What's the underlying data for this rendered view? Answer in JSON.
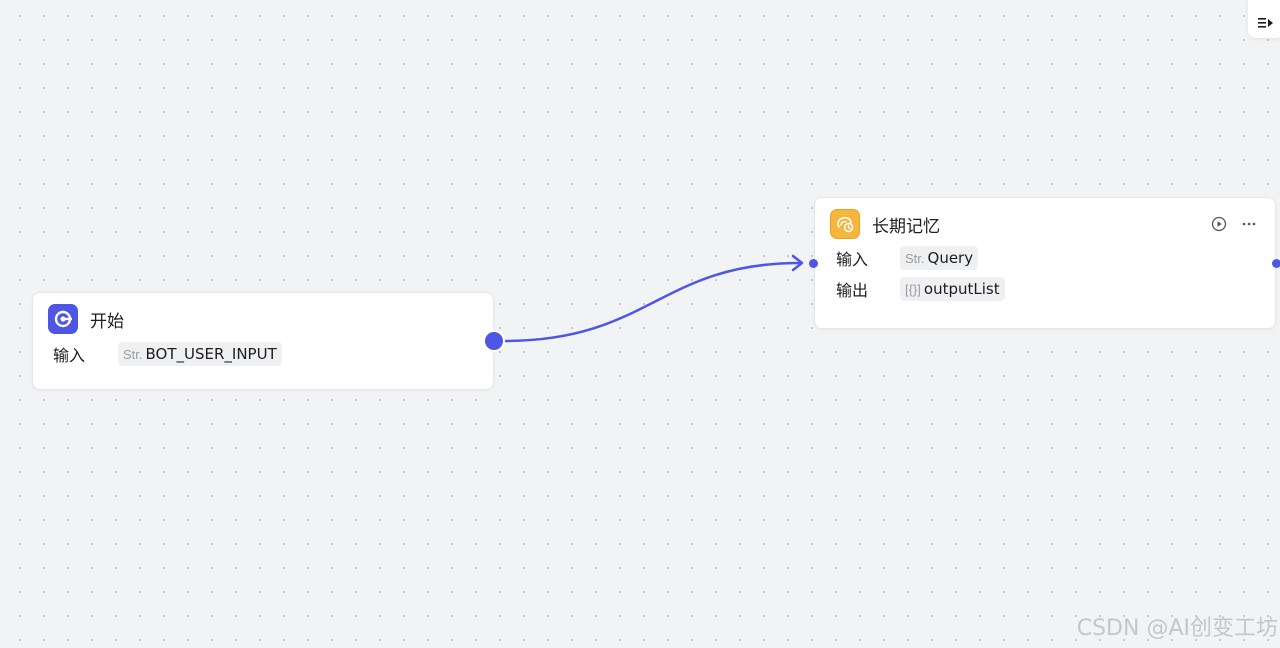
{
  "nodes": {
    "start": {
      "title": "开始",
      "input_label": "输入",
      "input_tag": {
        "type_prefix": "Str.",
        "name": "BOT_USER_INPUT"
      }
    },
    "memory": {
      "title": "长期记忆",
      "input_label": "输入",
      "input_tag": {
        "type_prefix": "Str.",
        "name": "Query"
      },
      "output_label": "输出",
      "output_tag": {
        "type_prefix": "[{}]",
        "name": "outputList"
      }
    }
  },
  "edges": [
    {
      "from": "start",
      "to": "memory"
    }
  ],
  "icons": {
    "start_node": "start-icon",
    "memory_node": "memory-icon",
    "run": "play-circle-icon",
    "more": "more-horizontal-icon",
    "panel_toggle": "collapse-panel-icon"
  },
  "colors": {
    "accent": "#4e56e6",
    "memory_icon_bg": "#f4b63d",
    "canvas_bg": "#f2f3f5"
  },
  "watermark": "CSDN @AI创变工坊"
}
